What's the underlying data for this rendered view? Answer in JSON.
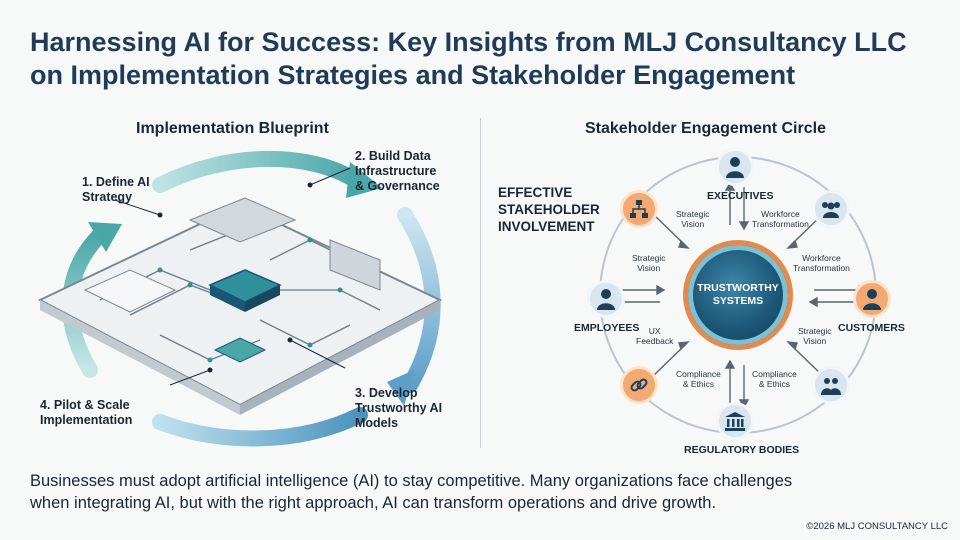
{
  "title": {
    "line1": "Harnessing AI for Success: Key Insights from MLJ Consultancy LLC",
    "line2": "on Implementation Strategies and Stakeholder Engagement"
  },
  "blueprint": {
    "heading": "Implementation Blueprint",
    "steps": [
      {
        "line1": "1. Define AI",
        "line2": "Strategy"
      },
      {
        "line1": "2. Build Data",
        "line2": "Infrastructure",
        "line3": "& Governance"
      },
      {
        "line1": "3. Develop",
        "line2": "Trustworthy AI",
        "line3": "Models"
      },
      {
        "line1": "4. Pilot & Scale",
        "line2": "Implementation"
      }
    ]
  },
  "engagement": {
    "heading": "Stakeholder Engagement Circle",
    "effective": {
      "line1": "EFFECTIVE",
      "line2": "STAKEHOLDER",
      "line3": "INVOLVEMENT"
    },
    "core": {
      "line1": "TRUSTWORTHY",
      "line2": "SYSTEMS"
    },
    "stakeholders": {
      "executives": "EXECUTIVES",
      "employees": "EMPLOYEES",
      "customers": "CUSTOMERS",
      "regulatory": "REGULATORY BODIES"
    },
    "flows": {
      "strategic_vision_top": {
        "line1": "Strategic",
        "line2": "Vision"
      },
      "workforce_top": {
        "line1": "Workforce",
        "line2": "Transformation"
      },
      "strategic_vision_left": {
        "line1": "Strategic",
        "line2": "Vision"
      },
      "workforce_right": {
        "line1": "Workforce",
        "line2": "Transformation"
      },
      "ux_feedback": {
        "line1": "UX",
        "line2": "Feedback"
      },
      "strategic_vision_right": {
        "line1": "Strategic",
        "line2": "Vision"
      },
      "compliance_left": {
        "line1": "Compliance",
        "line2": "& Ethics"
      },
      "compliance_right": {
        "line1": "Compliance",
        "line2": "& Ethics"
      }
    }
  },
  "body": {
    "line1": "Businesses must adopt artificial intelligence (AI) to stay competitive. Many organizations face challenges",
    "line2": "when integrating AI, but with the right approach, AI can transform operations and drive growth."
  },
  "footer": "©2026 MLJ CONSULTANCY LLC",
  "colors": {
    "title": "#1f3b57",
    "orange": "#f4a970",
    "teal": "#5fb3b3",
    "navy": "#1c5676"
  }
}
